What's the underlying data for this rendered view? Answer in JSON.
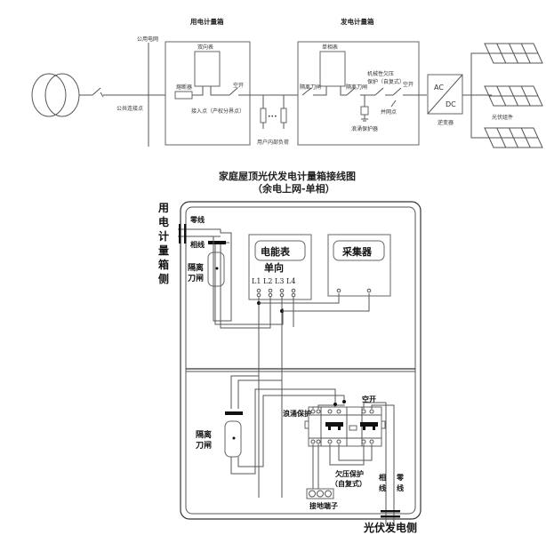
{
  "top_diagram": {
    "consumption_box_title": "用电计量箱",
    "generation_box_title": "发电计量箱",
    "public_grid_label": "公用电网",
    "public_connection_point_label": "公共连接点",
    "fuse_label": "熔断器",
    "bidirectional_meter_label": "双向表",
    "breaker_label_1": "空开",
    "access_point_label": "接入点（产权分界点）",
    "internal_load_label": "用户内部负荷",
    "load_ellipsis": "•••",
    "single_phase_meter_label": "单相表",
    "isolation_switch_left_label": "隔离刀闸",
    "isolation_switch_right_label": "隔离刀闸",
    "undervoltage_label_line1": "机械性欠压",
    "undervoltage_label_line2": "保护（自复式）",
    "breaker_label_2": "空开",
    "grid_point_label": "并网点",
    "surge_protector_label": "浪涌保护器",
    "inverter_ac": "AC",
    "inverter_dc": "DC",
    "inverter_label": "逆变器",
    "pv_modules_label": "光伏组件"
  },
  "bottom_diagram": {
    "title_line1": "家庭屋顶光伏发电计量箱接线图",
    "title_line2": "（余电上网-单相）",
    "consumption_side_label": [
      "用",
      "电",
      "计",
      "量",
      "箱",
      "侧"
    ],
    "neutral_wire_label": "零线",
    "live_wire_label": "相线",
    "isolation_switch_upper_label": [
      "隔离",
      "刀闸"
    ],
    "isolation_switch_lower_label": [
      "隔离",
      "刀闸"
    ],
    "energy_meter_label": "电能表",
    "energy_meter_type": "单向",
    "meter_pins": [
      "L1",
      "L2",
      "L3",
      "L4"
    ],
    "collector_label": "采集器",
    "surge_protection_label": "浪涌保护",
    "breaker_label": "空开",
    "undervoltage_label_line1": "欠压保护",
    "undervoltage_label_line2": "（自复式）",
    "ground_terminal_label": "接地端子",
    "pv_live_label": [
      "相",
      "线"
    ],
    "pv_neutral_label": [
      "零",
      "线"
    ],
    "pv_side_label": "光伏发电侧"
  }
}
